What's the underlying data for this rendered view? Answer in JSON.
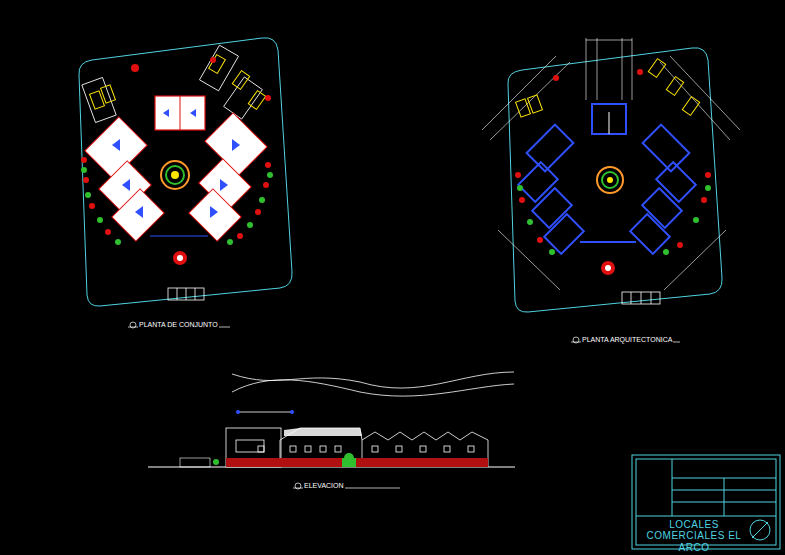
{
  "diagram": {
    "nodes": [
      {
        "text": [
          "LOCALES COMERCIALES EL ARCO"
        ]
      }
    ],
    "labels": [
      "PLANTA DE CONJUNTO",
      "PLANTA ARQUITECTONICA",
      "ELEVACION"
    ]
  }
}
